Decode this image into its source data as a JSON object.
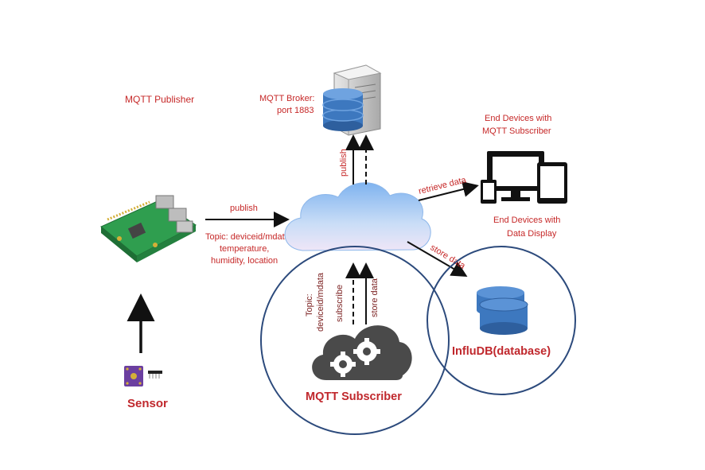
{
  "labels": {
    "publisher": "MQTT Publisher",
    "broker_line1": "MQTT Broker:",
    "broker_line2": "port 1883",
    "end_devices_sub_line1": "End Devices with",
    "end_devices_sub_line2": "MQTT Subscriber",
    "end_devices_disp_line1": "End Devices with",
    "end_devices_disp_line2": "Data Display",
    "publish_horizontal": "publish",
    "publish_vertical": "publish",
    "topic_line1": "Topic: deviceid/mdata",
    "topic_line2": "temperature,",
    "topic_line3": "humidity, location",
    "retrieve_data": "retrieve data",
    "store_data_diag": "store data",
    "sub_topic_line1": "Topic:",
    "sub_topic_line2": "deviceid/mdata",
    "subscribe": "subscribe",
    "store_data_vertical": "store data",
    "influxdb": "InfluDB(database)",
    "subscriber": "MQTT Subscriber",
    "sensor": "Sensor"
  },
  "colors": {
    "label_red": "#c62828",
    "circle_blue": "#2c4a7c",
    "cloud_blue": "#9fc3f0",
    "db_blue": "#3d78bf",
    "board_green": "#2f9e4f"
  }
}
